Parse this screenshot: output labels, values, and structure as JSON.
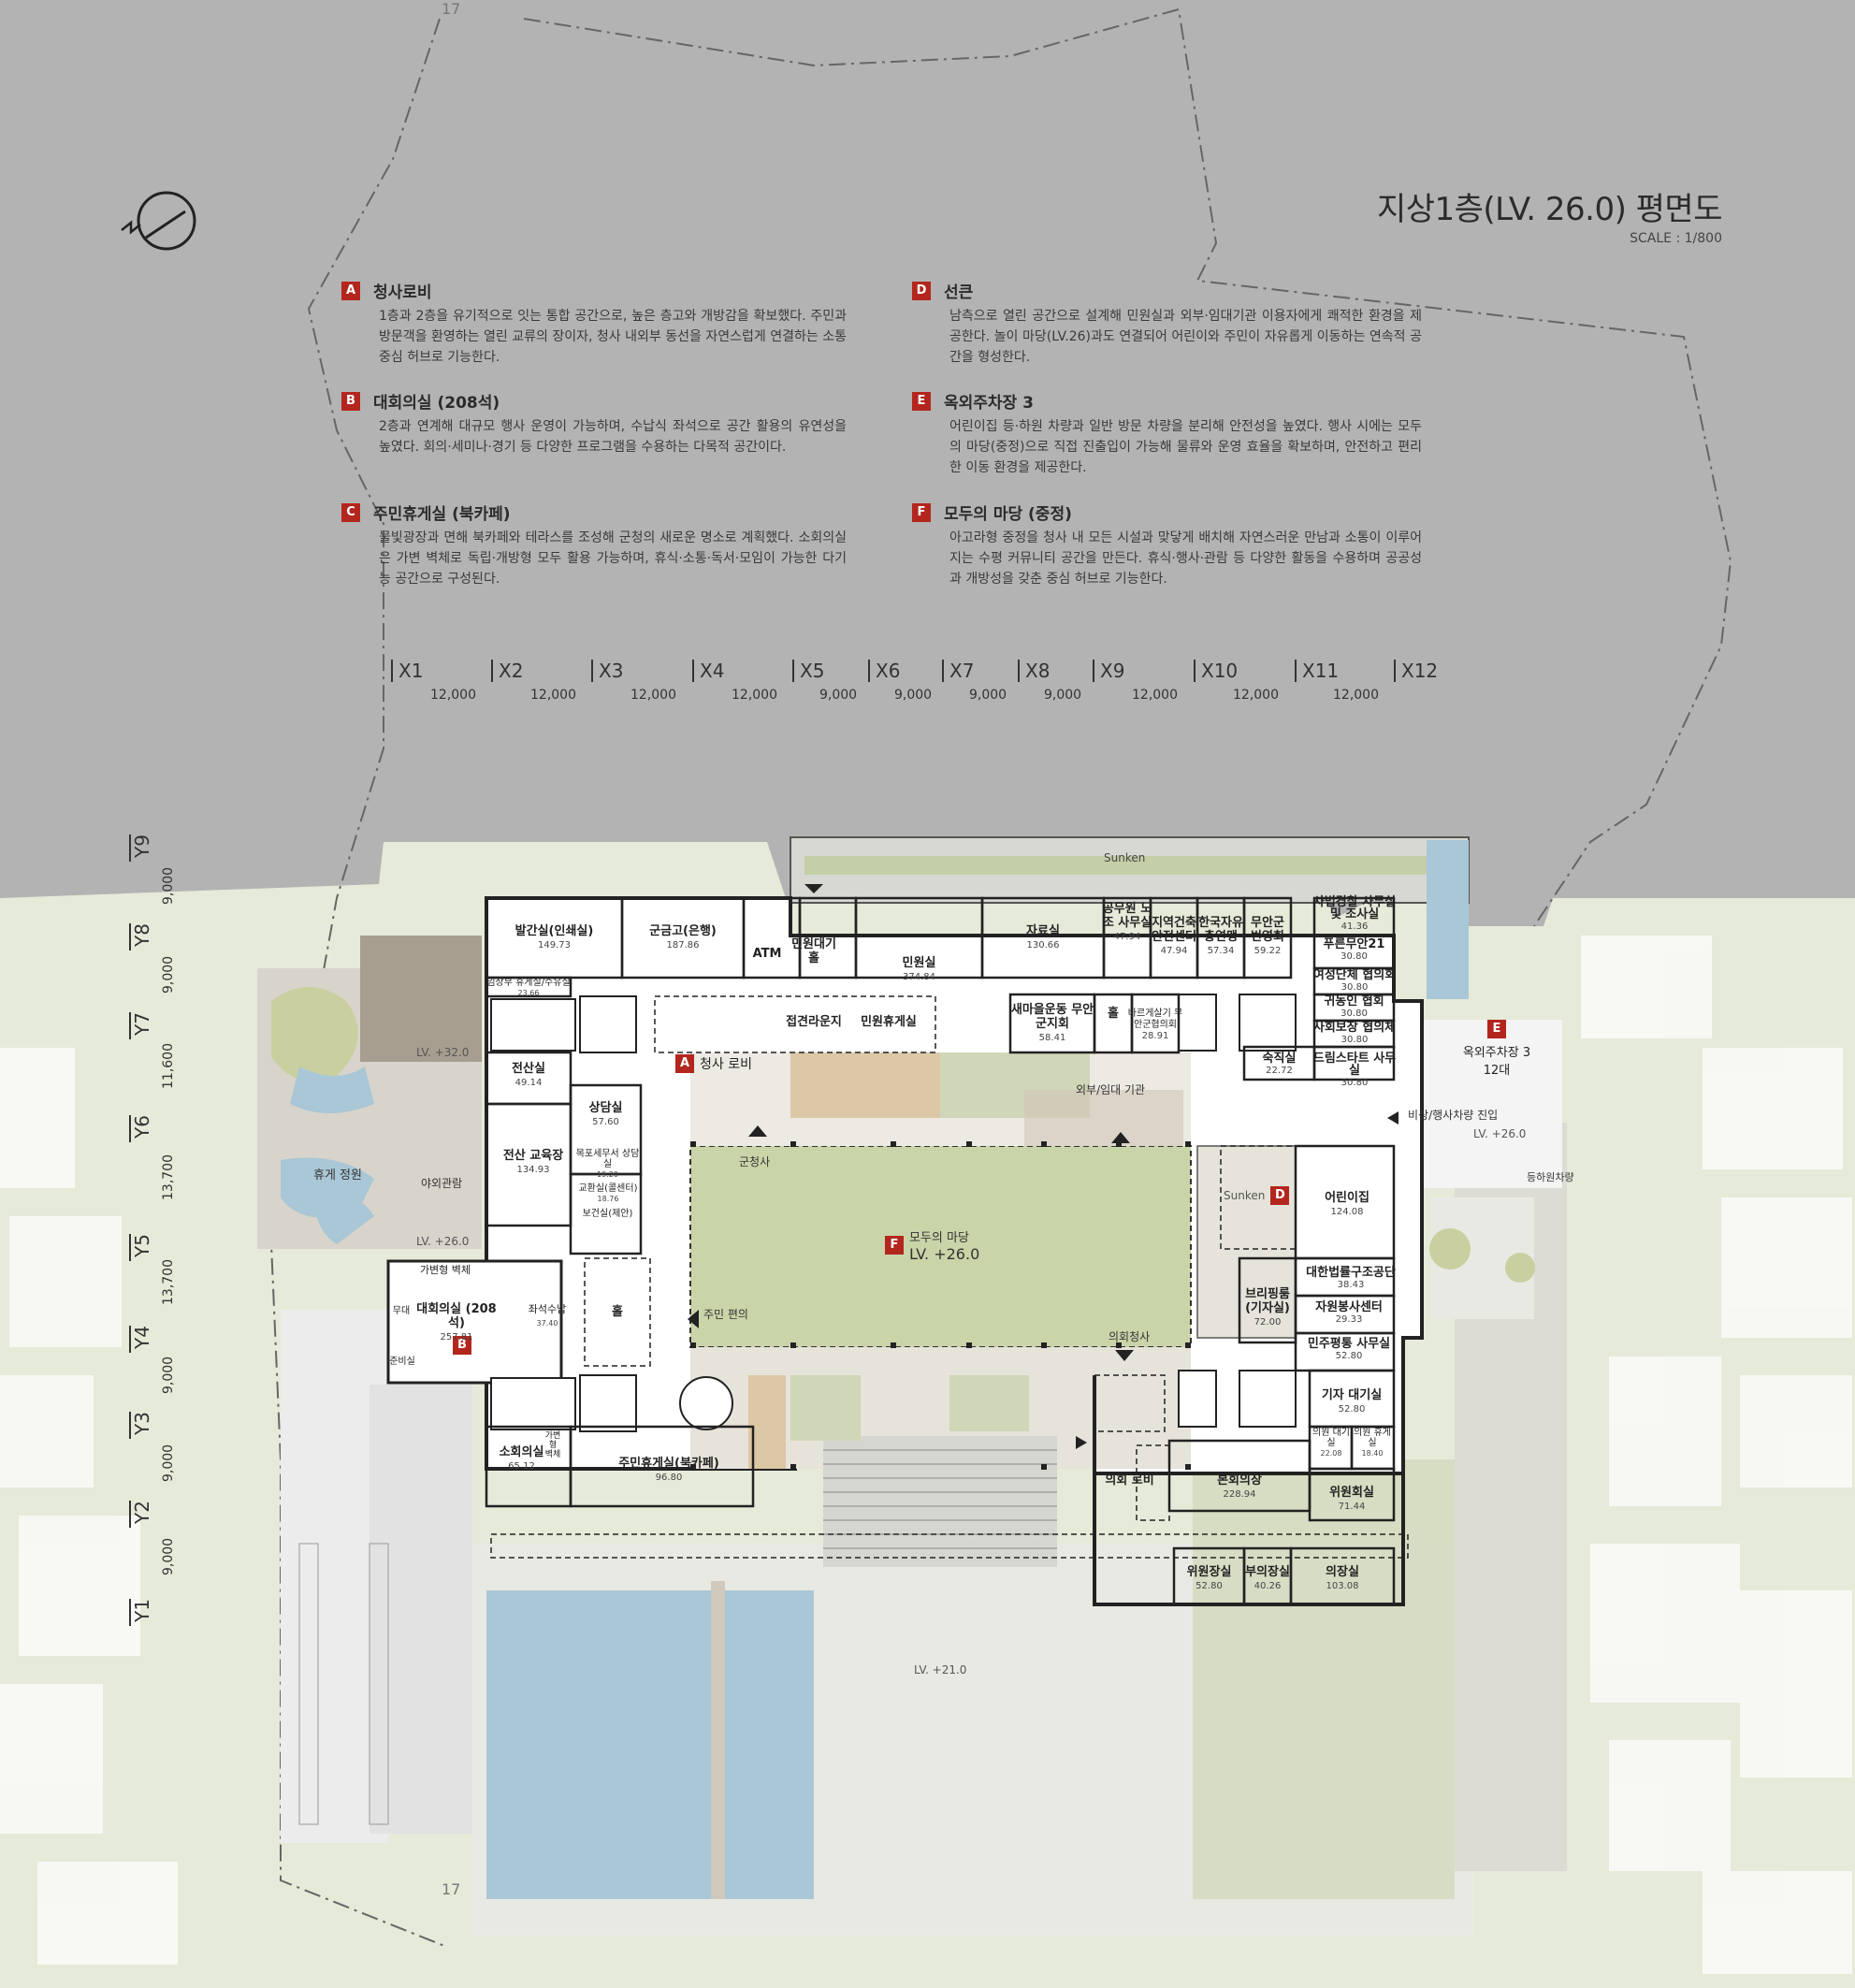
{
  "title": {
    "main": "지상1층(LV. 26.0) 평면도",
    "scale": "SCALE : 1/800"
  },
  "colors": {
    "sky": "#b3b3b3",
    "ground": "#e6ead9",
    "accent": "#b3261e",
    "courtyard": "#c9d4a8",
    "water": "#a9c7d6"
  },
  "descriptions": [
    {
      "badge": "A",
      "title": "청사로비",
      "body": "1층과 2층을 유기적으로 잇는 통합 공간으로, 높은 층고와 개방감을 확보했다. 주민과 방문객을 환영하는 열린 교류의 장이자, 청사 내외부 동선을 자연스럽게 연결하는 소통 중심 허브로 기능한다."
    },
    {
      "badge": "B",
      "title": "대회의실 (208석)",
      "body": "2층과 연계해 대규모 행사 운영이 가능하며, 수납식 좌석으로 공간 활용의 유연성을 높였다. 회의·세미나·경기 등 다양한 프로그램을 수용하는 다목적 공간이다."
    },
    {
      "badge": "C",
      "title": "주민휴게실 (북카페)",
      "body": "물빛광장과 면해 북카페와 테라스를 조성해 군청의 새로운 명소로 계획했다. 소회의실은 가변 벽체로 독립·개방형 모두 활용 가능하며, 휴식·소통·독서·모임이 가능한 다기능 공간으로 구성된다."
    },
    {
      "badge": "D",
      "title": "선큰",
      "body": "남측으로 열린 공간으로 설계해 민원실과 외부·임대기관 이용자에게 쾌적한 환경을 제공한다. 놀이 마당(LV.26)과도 연결되어 어린이와 주민이 자유롭게 이동하는 연속적 공간을 형성한다."
    },
    {
      "badge": "E",
      "title": "옥외주차장 3",
      "body": "어린이집 등·하원 차량과 일반 방문 차량을 분리해 안전성을 높였다. 행사 시에는 모두의 마당(중정)으로 직접 진출입이 가능해 물류와 운영 효율을 확보하며, 안전하고 편리한 이동 환경을 제공한다."
    },
    {
      "badge": "F",
      "title": "모두의 마당 (중정)",
      "body": "아고라형 중정을 청사 내 모든 시설과 맞닿게 배치해 자연스러운 만남과 소통이 이루어지는 수평 커뮤니티 공간을 만든다. 휴식·행사·관람 등 다양한 활동을 수용하며 공공성과 개방성을 갖춘 중심 허브로 기능한다."
    }
  ],
  "grid_x": {
    "labels": [
      "X1",
      "X2",
      "X3",
      "X4",
      "X5",
      "X6",
      "X7",
      "X8",
      "X9",
      "X10",
      "X11",
      "X12"
    ],
    "spans": [
      "12,000",
      "12,000",
      "12,000",
      "12,000",
      "9,000",
      "9,000",
      "9,000",
      "9,000",
      "12,000",
      "12,000",
      "12,000"
    ]
  },
  "grid_y": {
    "labels": [
      "Y1",
      "Y2",
      "Y3",
      "Y4",
      "Y5",
      "Y6",
      "Y7",
      "Y8",
      "Y9"
    ],
    "spans": [
      "9,000",
      "9,000",
      "9,000",
      "13,700",
      "13,700",
      "11,600",
      "9,000",
      "9,000"
    ]
  },
  "site_ticks": {
    "top": "17",
    "bottom": "17"
  },
  "markers": {
    "A": "청사 로비",
    "B": "",
    "D": "Sunken",
    "E_title": "옥외주차장 3",
    "E_sub": "12대",
    "F_title": "모두의 마당",
    "F_lv": "LV. +26.0"
  },
  "rooms": {
    "balgan": {
      "name": "발간실(인쇄실)",
      "area": "149.73"
    },
    "gungeumgo": {
      "name": "군금고(은행)",
      "area": "187.86"
    },
    "atm": {
      "name": "ATM"
    },
    "minwon_wait": {
      "name": "민원대기 홀"
    },
    "minwon": {
      "name": "민원실",
      "area": "374.84"
    },
    "jaryo": {
      "name": "자료실",
      "area": "130.66"
    },
    "gongmuwon": {
      "name": "공무원 노조 사무실",
      "area": "47.94"
    },
    "jiyeok": {
      "name": "지역건축 안전센터",
      "area": "47.94"
    },
    "hanguk": {
      "name": "한국자유 총연맹",
      "area": "57.34"
    },
    "muan_byeon": {
      "name": "무안군 번영회",
      "area": "59.22"
    },
    "sabeop": {
      "name": "사법경찰 사무실 및 조사실",
      "area": "41.36"
    },
    "pureun": {
      "name": "푸른무안21",
      "area": "30.80"
    },
    "yeoseong": {
      "name": "여성단체 협의회",
      "area": "30.80"
    },
    "gwinong": {
      "name": "귀농인 협회",
      "area": "30.80"
    },
    "sahoe": {
      "name": "사회보장 협의체",
      "area": "30.80"
    },
    "dream": {
      "name": "드림스타트 사무실",
      "area": "30.80"
    },
    "sukjik": {
      "name": "숙직실",
      "area": "22.72"
    },
    "saemaeul": {
      "name": "새마을운동 무안군지회",
      "area": "58.41"
    },
    "hall_n": {
      "name": "홀"
    },
    "bareun": {
      "name": "바르게살기 무안군협의회",
      "area": "28.91"
    },
    "jeopgeon": {
      "name": "접견라운지"
    },
    "minwon_rest": {
      "name": "민원휴게실"
    },
    "lobby_a": {
      "name": "청사 로비"
    },
    "jeonsan": {
      "name": "전산실",
      "area": "49.14"
    },
    "jeonsan_edu": {
      "name": "전산 교육장",
      "area": "134.93"
    },
    "sangdam": {
      "name": "상담실",
      "area": "57.60"
    },
    "mokpo": {
      "name": "목포세무서 상담실",
      "area": "19.20"
    },
    "gyohwan": {
      "name": "교환실(콜센터)",
      "area": "18.76"
    },
    "bogeon": {
      "name": "보건실(제안)"
    },
    "geonseol_store": {
      "name": "임상부 휴게실/수유실",
      "area": "23.66"
    },
    "daehoe": {
      "name": "대회의실 (208석)",
      "area": "257.81"
    },
    "gabyeon": {
      "name": "가변형 벽체"
    },
    "jwaseok": {
      "name": "좌석수납",
      "area": "37.40"
    },
    "mudae": {
      "name": "무대"
    },
    "junbi": {
      "name": "준비실"
    },
    "hall_c": {
      "name": "홀"
    },
    "sohoe": {
      "name": "소회의실",
      "area": "65.12"
    },
    "gabyeon2": {
      "name": "가변형 벽체"
    },
    "bookcafe": {
      "name": "주민휴게실(북카페)",
      "area": "96.80"
    },
    "orinijip": {
      "name": "어린이집",
      "area": "124.08"
    },
    "daehan": {
      "name": "대한법률구조공단",
      "area": "38.43"
    },
    "jawon": {
      "name": "자원봉사센터",
      "area": "29.33"
    },
    "briefing": {
      "name": "브리핑룸 (기자실)",
      "area": "72.00"
    },
    "minju": {
      "name": "민주평통 사무실",
      "area": "52.80"
    },
    "gija": {
      "name": "기자 대기실",
      "area": "52.80"
    },
    "uiwon_wait": {
      "name": "의원 대기실",
      "area": "22.08"
    },
    "uiwon_rest": {
      "name": "의원 휴게실",
      "area": "18.40"
    },
    "uiwonhoe": {
      "name": "위원회실",
      "area": "71.44"
    },
    "uihoe_lobby": {
      "name": "의회 로비"
    },
    "bonhoe": {
      "name": "본회의장",
      "area": "228.94"
    },
    "wiwonjang": {
      "name": "위원장실",
      "area": "52.80"
    },
    "buuijang": {
      "name": "부의장실",
      "area": "40.26"
    },
    "uijang": {
      "name": "의장실",
      "area": "103.08"
    }
  },
  "labels": {
    "sunken_top": "Sunken",
    "gun_office": "군청사",
    "resident_conv": "주민 편의",
    "council": "의회청사",
    "external": "외부/임대 기관",
    "emergency": "비상/행사차량 진입",
    "dropoff": "등하원차량",
    "lv32": "LV. +32.0",
    "lv26a": "LV. +26.0",
    "lv26b": "LV. +26.0",
    "lv21": "LV. +21.0",
    "rest_garden": "휴게 정원",
    "outdoor_view": "야외관람"
  }
}
